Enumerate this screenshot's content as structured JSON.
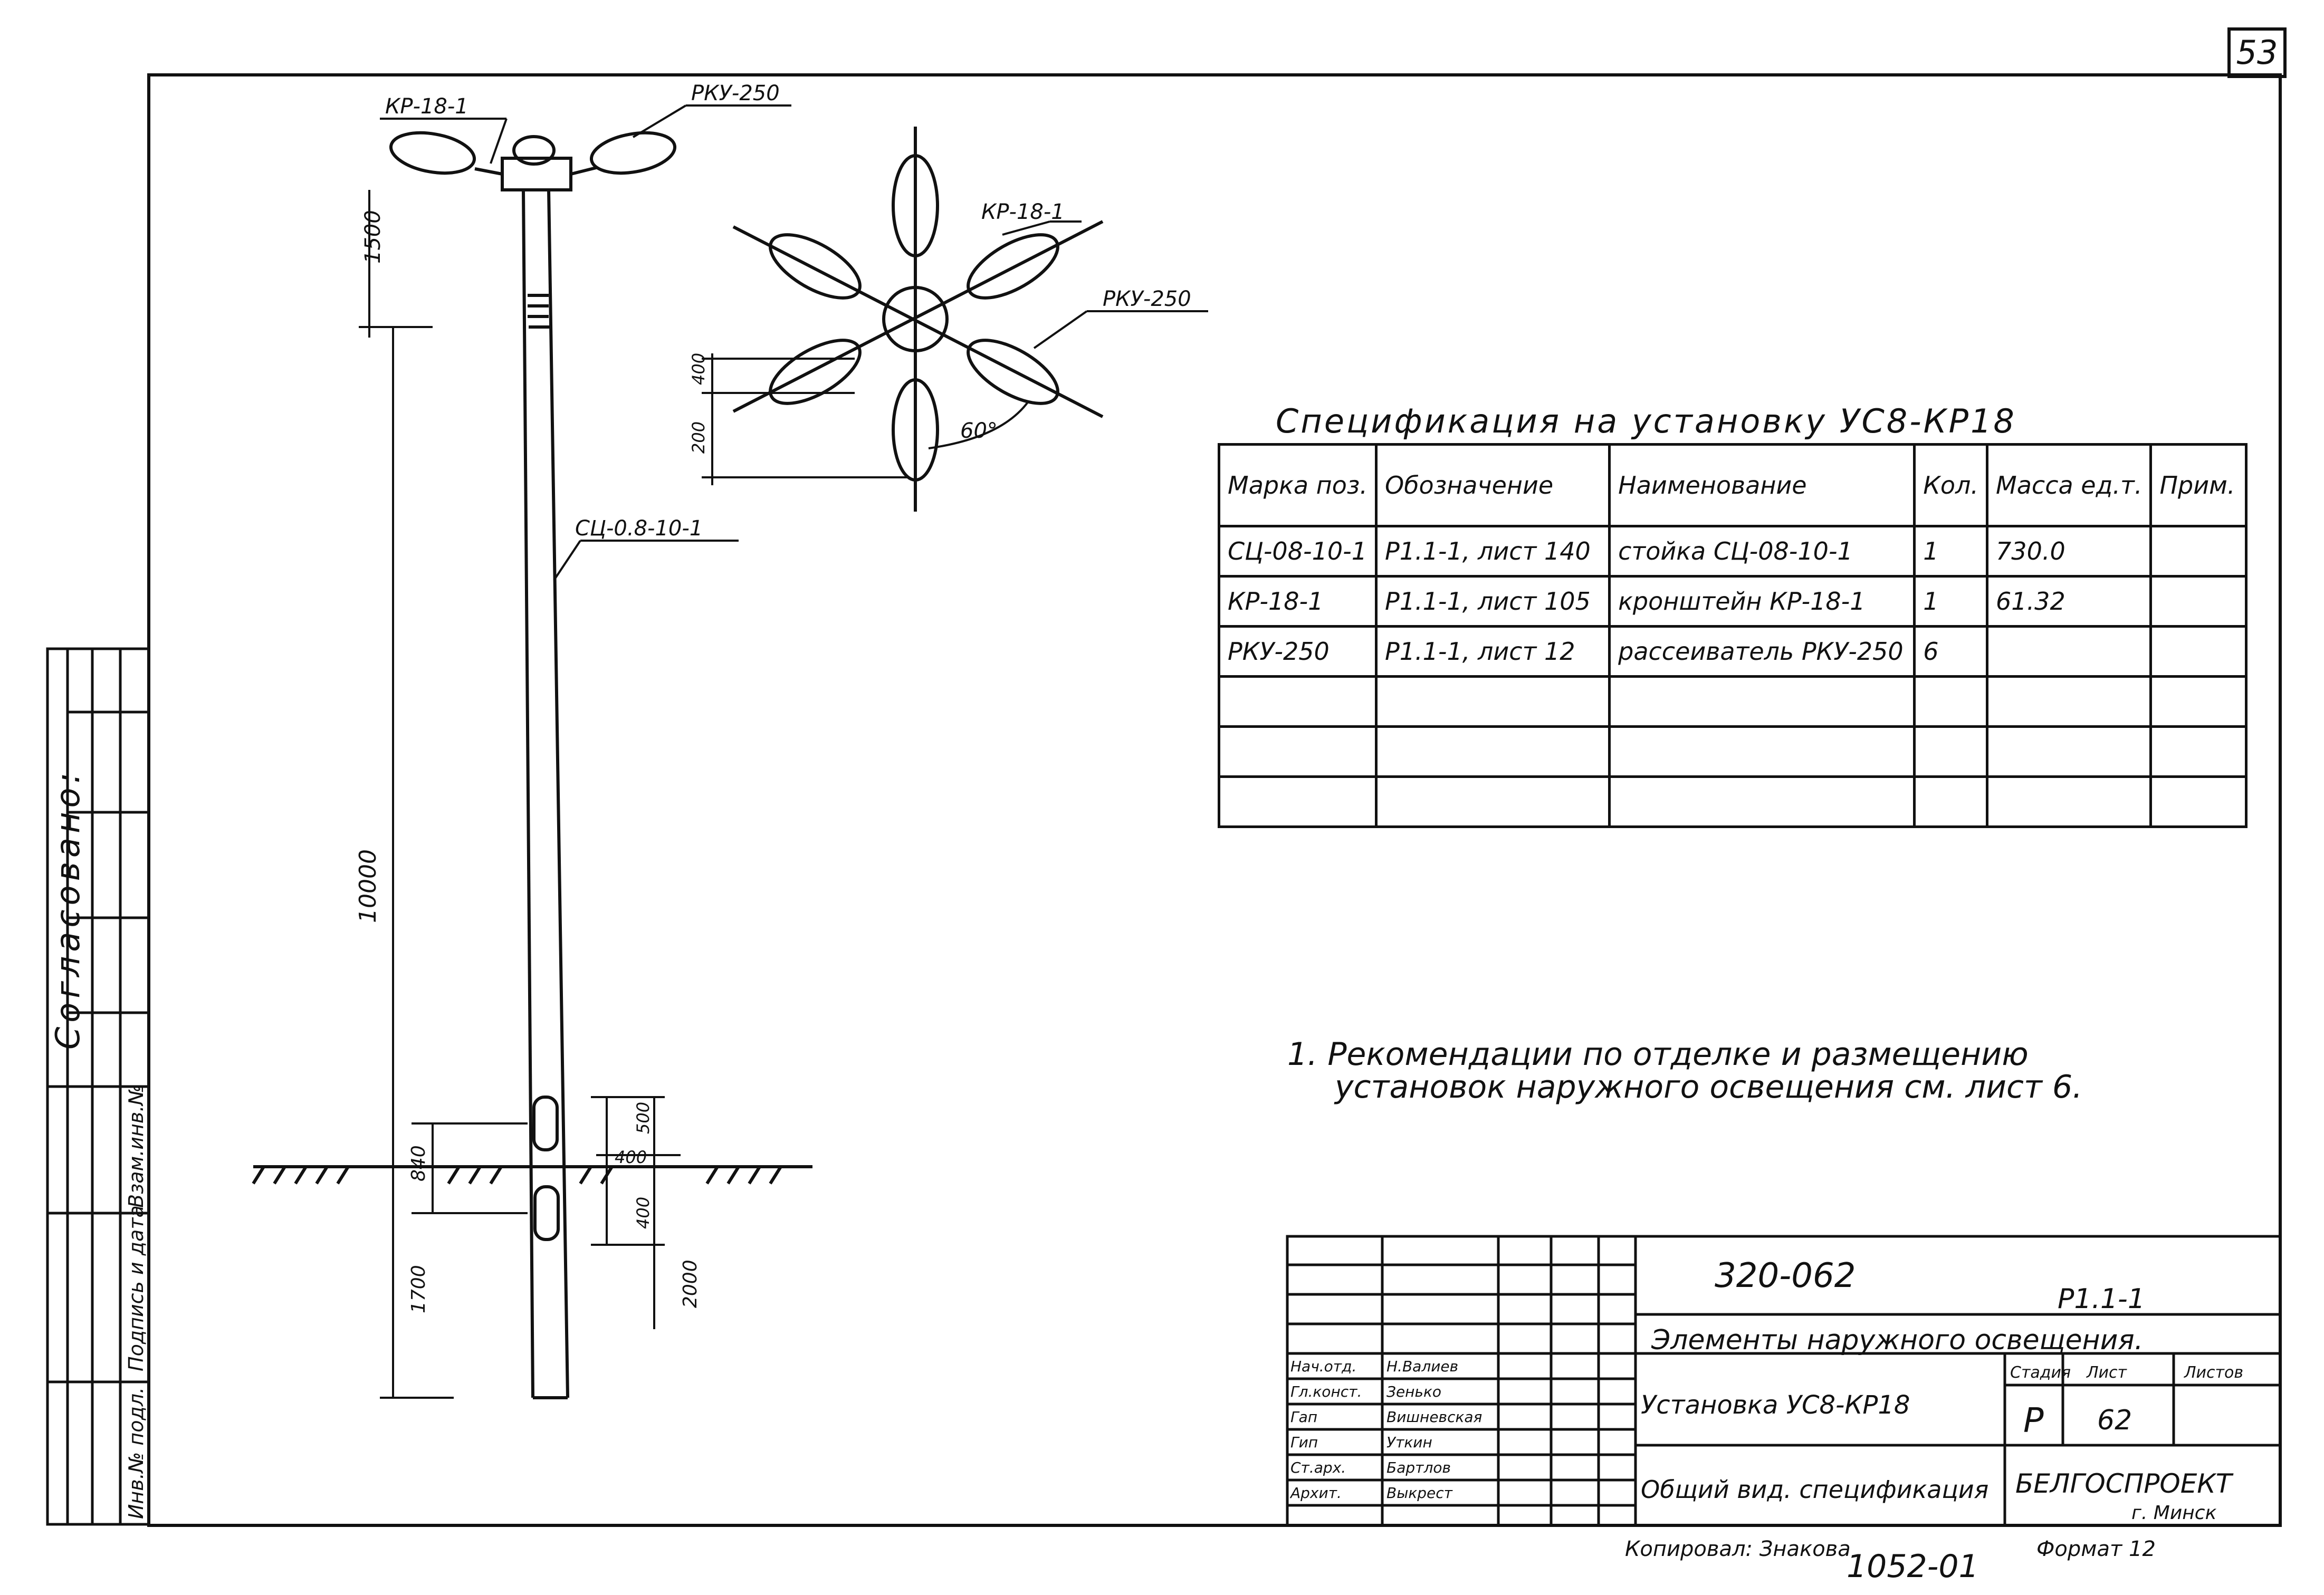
{
  "page_number": "53",
  "drawing": {
    "labels": {
      "bracket": "КР-18-1",
      "diffuser": "РКУ-250",
      "pole": "СЦ-0.8-10-1",
      "plan_bracket": "КР-18-1",
      "plan_diffuser": "РКУ-250",
      "angle": "60°"
    },
    "dimensions": {
      "top": "1500",
      "pole_height": "10000",
      "ground_upper": "840",
      "below": "1700",
      "hole_top": "500",
      "hole_bottom": "400",
      "width": "400",
      "depth": "2000",
      "plan_a": "400",
      "plan_b": "200"
    }
  },
  "spec": {
    "title": "Спецификация на установку УС8-КР18",
    "headers": [
      "Марка поз.",
      "Обозначение",
      "Наименование",
      "Кол.",
      "Масса ед.т.",
      "Прим."
    ],
    "rows": [
      [
        "СЦ-08-10-1",
        "Р1.1-1, лист 140",
        "стойка СЦ-08-10-1",
        "1",
        "730.0",
        ""
      ],
      [
        "КР-18-1",
        "Р1.1-1, лист 105",
        "кронштейн КР-18-1",
        "1",
        "61.32",
        ""
      ],
      [
        "РКУ-250",
        "Р1.1-1, лист 12",
        "рассеиватель РКУ-250",
        "6",
        "",
        ""
      ],
      [
        "",
        "",
        "",
        "",
        "",
        ""
      ],
      [
        "",
        "",
        "",
        "",
        "",
        ""
      ],
      [
        "",
        "",
        "",
        "",
        "",
        ""
      ]
    ]
  },
  "note": {
    "line1": "1. Рекомендации по отделке и размещению",
    "line2": "установок наружного освещения см. лист 6."
  },
  "side": {
    "agreed": "Согласовано:",
    "inv_original": "Инв.№ подл.",
    "sign_date": "Подпись и дата",
    "replaces": "Взам.инв.№"
  },
  "title_block": {
    "code": "320-062",
    "series": "Р1.1-1",
    "section": "Элементы наружного освещения.",
    "installation": "Установка УС8-КР18",
    "sheet_title": "Общий вид. спецификация",
    "stage_label": "Стадия",
    "sheet_label": "Лист",
    "sheets_label": "Листов",
    "stage": "Р",
    "sheet": "62",
    "org": "БЕЛГОСПРОЕКТ",
    "city": "г. Минск",
    "people": [
      {
        "role": "Нач.отд.",
        "name": "Н.Валиев"
      },
      {
        "role": "Гл.конст.",
        "name": "Зенько"
      },
      {
        "role": "Гап",
        "name": "Вишневская"
      },
      {
        "role": "Гип",
        "name": "Уткин"
      },
      {
        "role": "Ст.арх.",
        "name": "Бартлов"
      },
      {
        "role": "Архит.",
        "name": "Выкрест"
      }
    ],
    "copied": "Копировал: Знакова",
    "inv": "1052-01",
    "format": "Формат 12"
  }
}
